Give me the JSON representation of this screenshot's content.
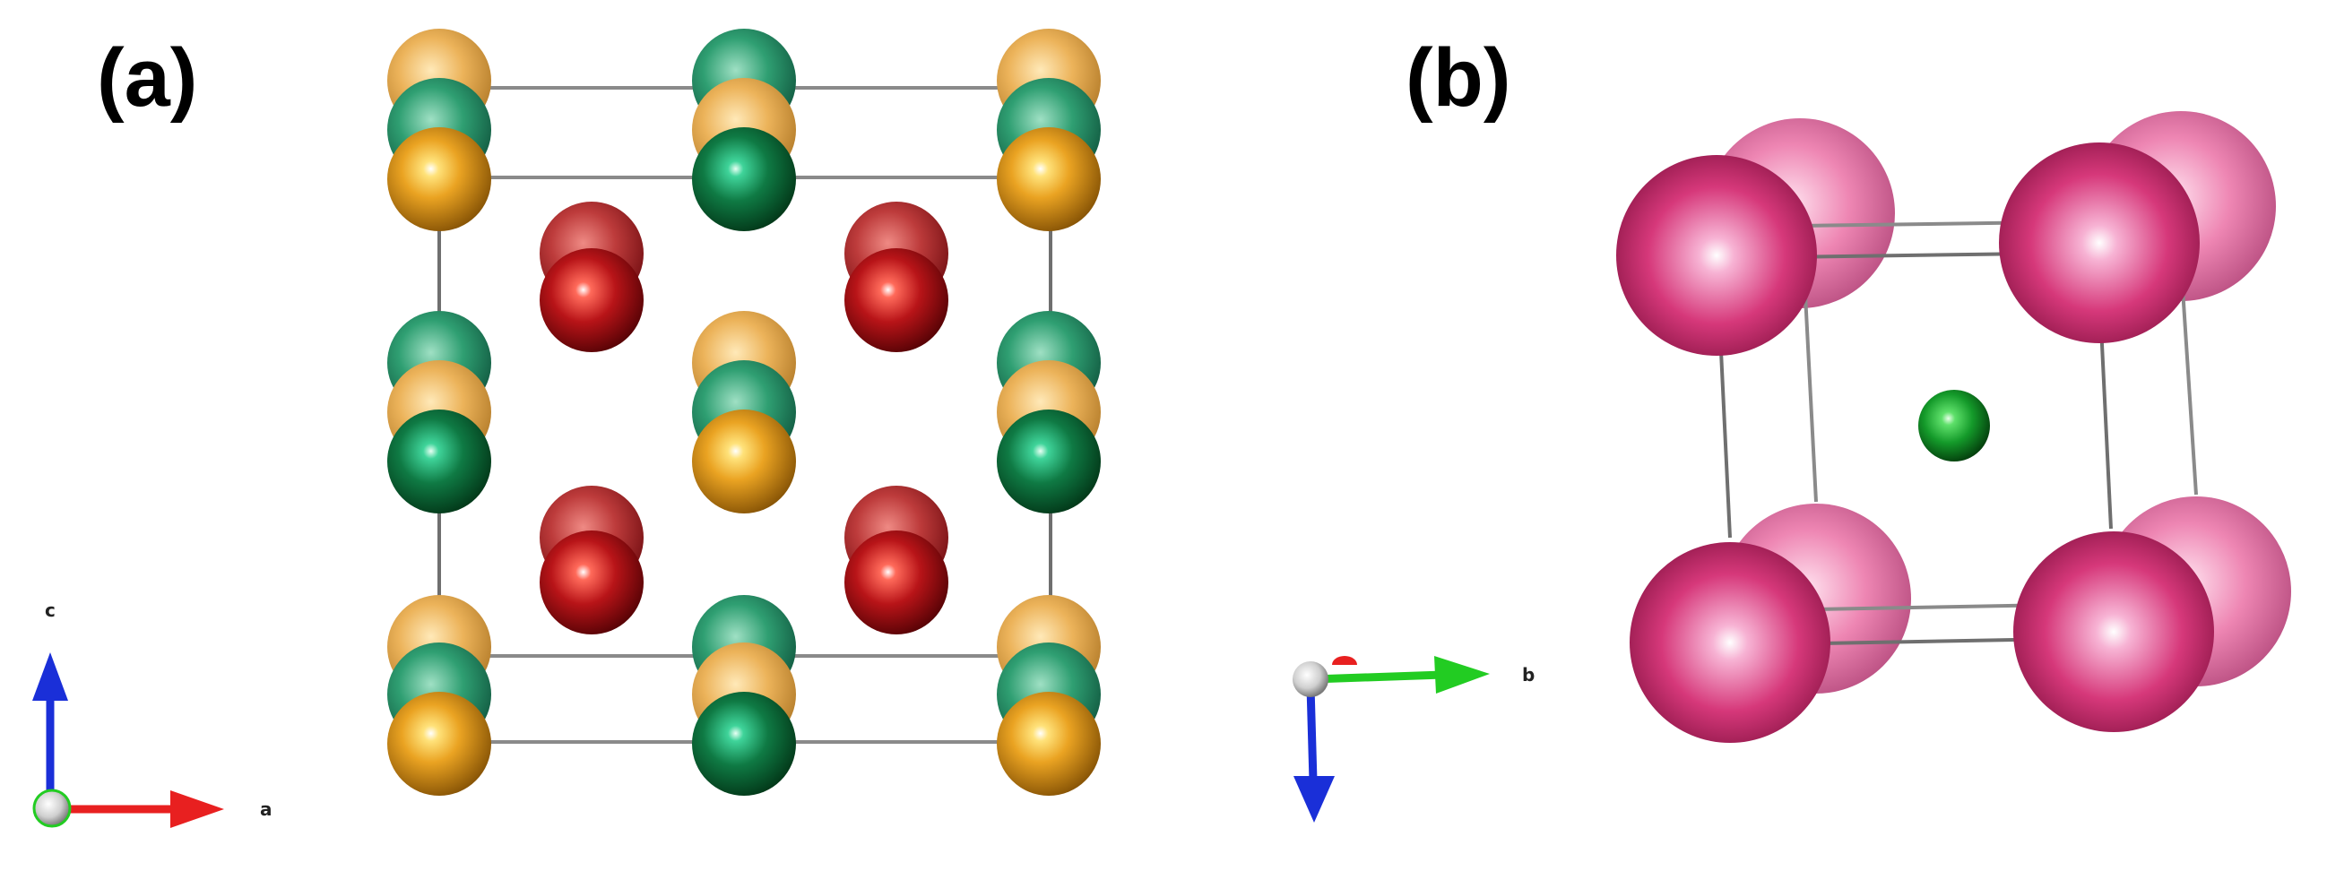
{
  "panels": {
    "a": {
      "label": "(a)"
    },
    "b": {
      "label": "(b)"
    }
  },
  "axes": {
    "a": {
      "vertical": "c",
      "horizontal": "a"
    },
    "b": {
      "horizontal": "b"
    }
  },
  "colors": {
    "orange_atom": "#e39a16",
    "green_atom": "#0e7a3c",
    "red_atom": "#b01216",
    "pink_atom": "#d6387a",
    "small_green_atom": "#17952b",
    "axis_red": "#e82020",
    "axis_green": "#22cc22",
    "axis_blue": "#1a2fd8"
  }
}
